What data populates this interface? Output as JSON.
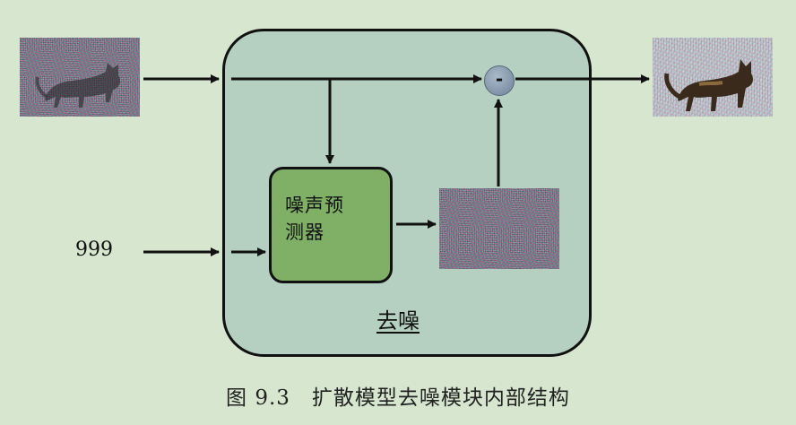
{
  "diagram": {
    "module_label": "去噪",
    "predictor_label_line1": "噪声预",
    "predictor_label_line2": "测器",
    "timestep_label": "999",
    "minus_symbol": "-",
    "caption": "图 9.3　扩散模型去噪模块内部结构"
  },
  "colors": {
    "background": "#d6e6cf",
    "module_fill": "#b5d0c1",
    "predictor_fill": "#7fb066",
    "minus_node_fill": "#8fa3b7",
    "stroke": "#111111"
  },
  "images": {
    "noisy_input": "noisy-cat-image",
    "predicted_noise": "noise-image",
    "denoised_output": "denoised-cat-image"
  }
}
